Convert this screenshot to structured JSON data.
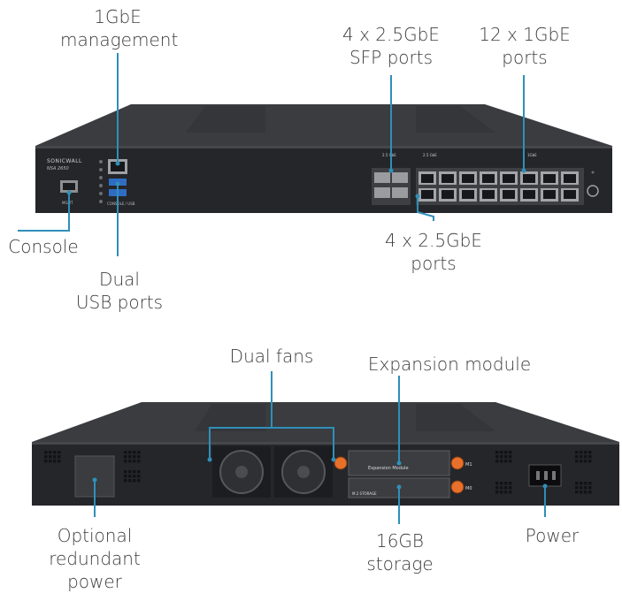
{
  "callouts": {
    "mgmt": [
      "1GbE",
      "management"
    ],
    "sfp": [
      "4 x 2.5GbE",
      "SFP ports"
    ],
    "gbe12": [
      "12 x 1GbE",
      "ports"
    ],
    "console": [
      "Console"
    ],
    "usb": [
      "Dual",
      "USB ports"
    ],
    "gbe4": [
      "4 x 2.5GbE",
      "ports"
    ],
    "fans": [
      "Dual fans"
    ],
    "expansion": [
      "Expansion module"
    ],
    "psu": [
      "Optional",
      "redundant",
      "power"
    ],
    "storage": [
      "16GB",
      "storage"
    ],
    "power": [
      "Power"
    ]
  },
  "front_panel": {
    "brand_line1": "SONICWALL",
    "model": "NSA 2650",
    "sfp_group_label": "2.5 GbE",
    "rj_group_label": "2.5 GbE",
    "gbe_group_label": "1GbE",
    "mgmt_port_label": "MGMT",
    "usb_label": "CONSOLE / USB"
  },
  "rear_panel": {
    "expansion_label": "Expansion Module",
    "storage_label": "M.2 STORAGE",
    "m1_label": "M1",
    "m0_label": "M0"
  },
  "colors": {
    "chassis": "#2b2d30",
    "callout_line": "#2f8fb9",
    "screw": "#e8702a"
  }
}
